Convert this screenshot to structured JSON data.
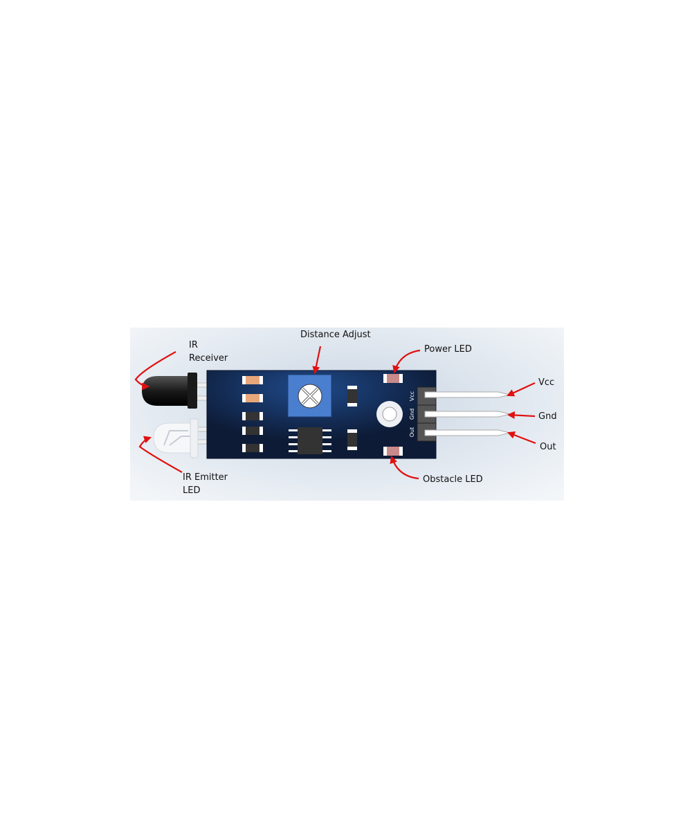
{
  "diagram": {
    "labels": {
      "ir_receiver": [
        "IR",
        "Receiver"
      ],
      "distance_adjust": "Distance Adjust",
      "power_led": "Power LED",
      "vcc": "Vcc",
      "gnd": "Gnd",
      "out": "Out",
      "obstacle_led": "Obstacle LED",
      "ir_emitter": [
        "IR Emitter",
        "LED"
      ]
    },
    "header_pins": [
      "Vcc",
      "Gnd",
      "Out"
    ],
    "colors": {
      "board": "#0f1e3d",
      "potentiometer": "#4a7fcf",
      "arrow": "#e01010",
      "resistor_orange": "#e8a77a",
      "background": "#dfe6ef"
    }
  }
}
